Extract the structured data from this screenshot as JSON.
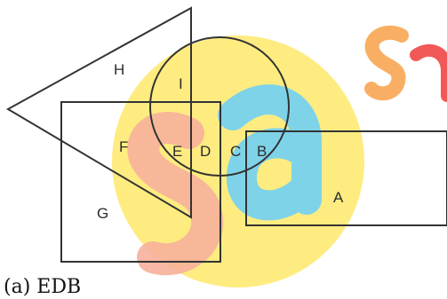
{
  "diagram": {
    "region_labels": {
      "H": "H",
      "I": "I",
      "F": "F",
      "E": "E",
      "D": "D",
      "C": "C",
      "B": "B",
      "A": "A",
      "G": "G"
    },
    "caption": "(a) EDB"
  },
  "watermark": {
    "yellow": "#fde13a",
    "blue": "#58c8f2",
    "salmon": "#f4a38a",
    "orange": "#f7a24a",
    "red": "#ef3b3b"
  },
  "colors": {
    "stroke": "#333333"
  }
}
